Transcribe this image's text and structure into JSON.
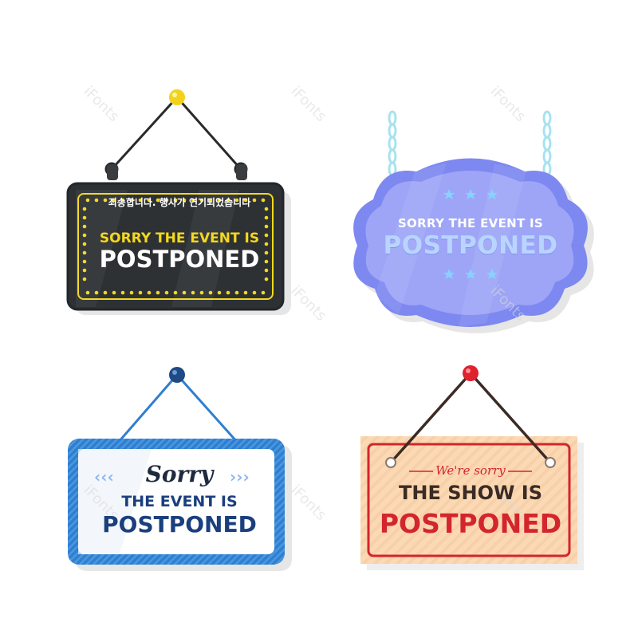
{
  "signs": [
    {
      "style": "black-marquee",
      "line_korean": "죄송합니다. 행사가 연기되었습니다",
      "line1": "SORRY THE EVENT IS",
      "line2": "POSTPONED",
      "colors": {
        "board": "#2e3133",
        "dots": "#f5d81d",
        "text_accent": "#f5d81d",
        "pin": "#f3d21b"
      }
    },
    {
      "style": "blue-cloud",
      "line1": "SORRY THE EVENT IS",
      "line2": "POSTPONED",
      "colors": {
        "board": "#7d88f0",
        "inner": "#9ea5f7",
        "text": "#b9d5ff",
        "chain": "#a6e3ef"
      }
    },
    {
      "style": "blue-frame",
      "arrows_left": "‹‹‹",
      "arrows_right": "›››",
      "line1": "Sorry",
      "line2": "THE EVENT IS",
      "line3": "POSTPONED",
      "colors": {
        "frame": "#2f7fd0",
        "panel": "#ffffff",
        "text": "#1b3f7e",
        "pin": "#1e4a86"
      }
    },
    {
      "style": "red-kraft",
      "line1": "We're sorry",
      "line2": "THE SHOW IS",
      "line3": "POSTPONED",
      "colors": {
        "board": "#fbd9b5",
        "border": "#d3252c",
        "text_dark": "#3b2b24",
        "text_red": "#d3252c",
        "pin": "#e0212e"
      }
    }
  ],
  "watermark": "iFonts"
}
